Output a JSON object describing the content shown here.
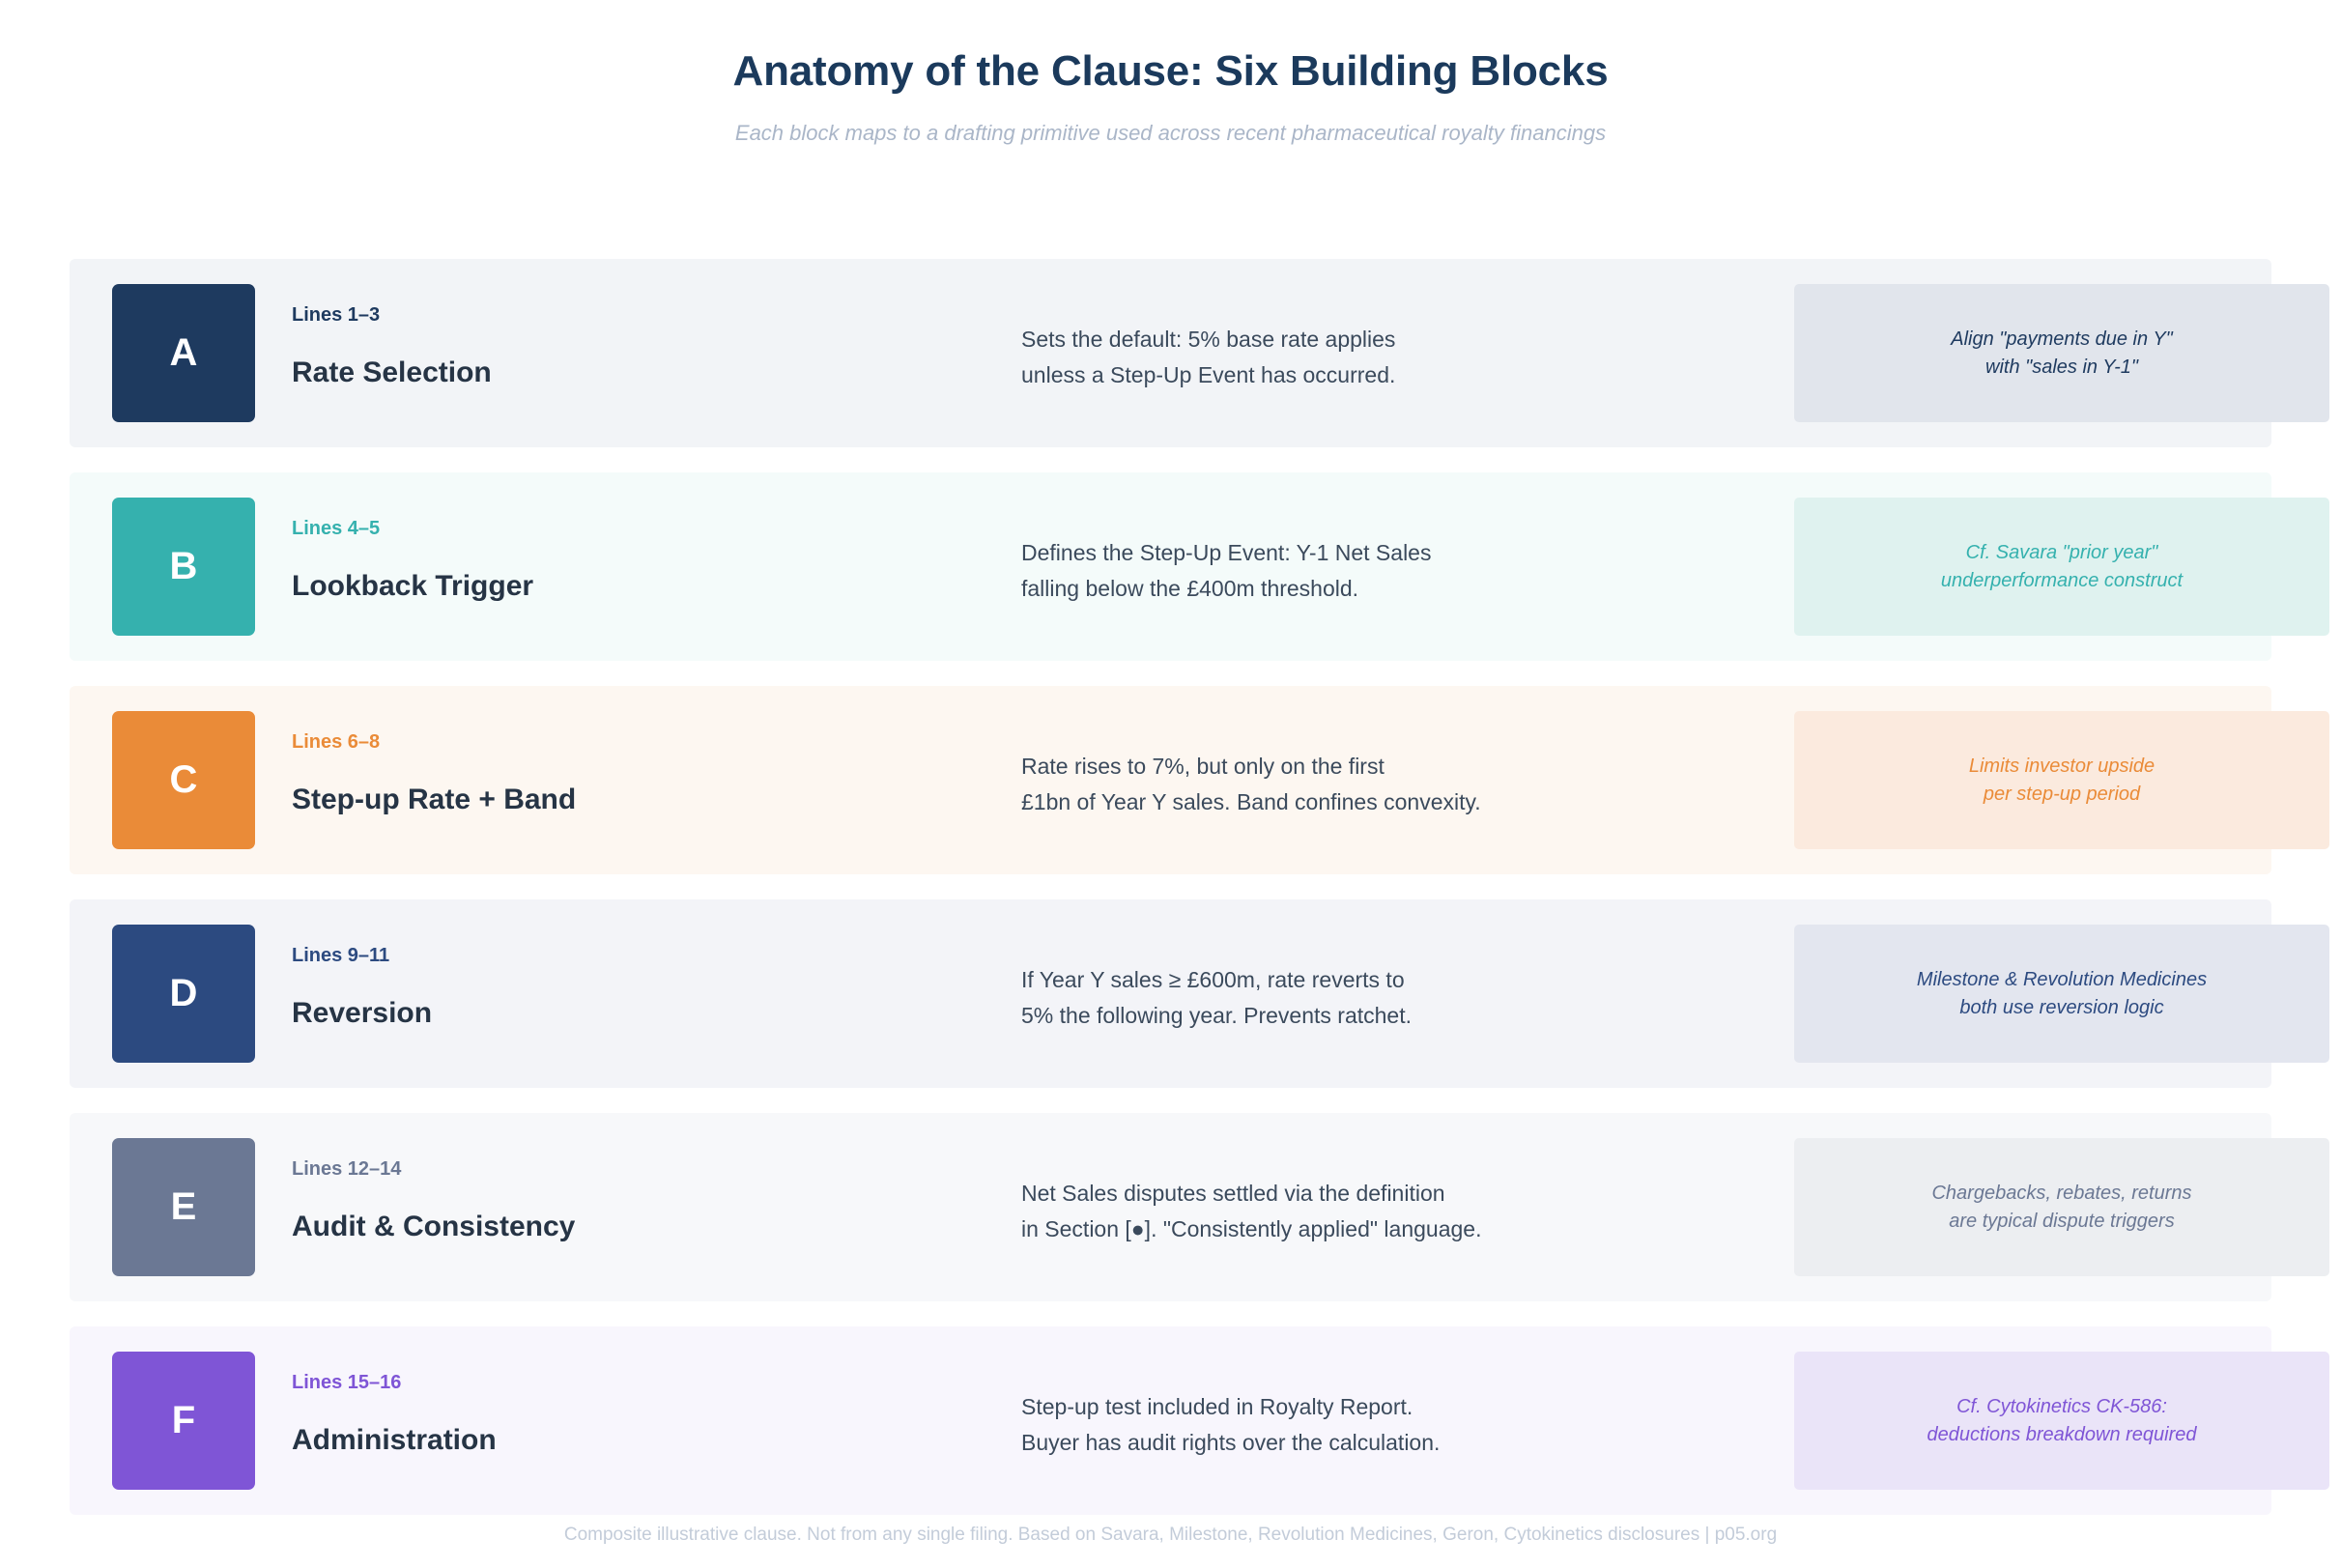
{
  "header": {
    "title": "Anatomy of the Clause: Six Building Blocks",
    "subtitle": "Each block maps to a drafting primitive used across recent pharmaceutical royalty financings"
  },
  "footer": {
    "text": "Composite illustrative clause. Not from any single filing. Based on Savara, Milestone, Revolution Medicines, Geron, Cytokinetics disclosures | p05.org"
  },
  "colors": {
    "title": "#1b3a5c",
    "subtitle": "#aab6c8",
    "body_text": "#3b4a5c",
    "block_name": "#263445",
    "footer": "#c3ccd9",
    "page_bg": "#ffffff"
  },
  "blocks": [
    {
      "letter": "A",
      "lines": "Lines 1–3",
      "name": "Rate Selection",
      "desc_line1": "Sets the default: 5% base rate applies",
      "desc_line2": "unless a Step-Up Event has occurred.",
      "note_line1": "Align \"payments due in Y\"",
      "note_line2": "with \"sales in Y-1\"",
      "tile_color": "#1e3a5f",
      "accent_color": "#1e3a5f",
      "row_bg": "#f2f4f7",
      "note_bg": "#e1e5ec"
    },
    {
      "letter": "B",
      "lines": "Lines 4–5",
      "name": "Lookback Trigger",
      "desc_line1": "Defines the Step-Up Event: Y-1 Net Sales",
      "desc_line2": "falling below the £400m threshold.",
      "note_line1": "Cf. Savara \"prior year\"",
      "note_line2": "underperformance construct",
      "tile_color": "#35b1ae",
      "accent_color": "#35b1ae",
      "row_bg": "#f4fbfa",
      "note_bg": "#dff2ef"
    },
    {
      "letter": "C",
      "lines": "Lines 6–8",
      "name": "Step-up Rate + Band",
      "desc_line1": "Rate rises to 7%, but only on the first",
      "desc_line2": "£1bn of Year Y sales. Band confines convexity.",
      "note_line1": "Limits investor upside",
      "note_line2": "per step-up period",
      "tile_color": "#ea8b38",
      "accent_color": "#ea8b38",
      "row_bg": "#fdf7f1",
      "note_bg": "#fbeade"
    },
    {
      "letter": "D",
      "lines": "Lines 9–11",
      "name": "Reversion",
      "desc_line1": "If Year Y sales ≥ £600m, rate reverts to",
      "desc_line2": "5% the following year. Prevents ratchet.",
      "note_line1": "Milestone & Revolution Medicines",
      "note_line2": "both use reversion logic",
      "tile_color": "#2c4a80",
      "accent_color": "#2c4a80",
      "row_bg": "#f3f4f8",
      "note_bg": "#e3e6ef"
    },
    {
      "letter": "E",
      "lines": "Lines 12–14",
      "name": "Audit & Consistency",
      "desc_line1": "Net Sales disputes settled via the definition",
      "desc_line2": "in Section [●]. \"Consistently applied\" language.",
      "note_line1": "Chargebacks, rebates, returns",
      "note_line2": "are typical dispute triggers",
      "tile_color": "#6b7894",
      "accent_color": "#6b7894",
      "row_bg": "#f7f8fa",
      "note_bg": "#eceef1"
    },
    {
      "letter": "F",
      "lines": "Lines 15–16",
      "name": "Administration",
      "desc_line1": "Step-up test included in Royalty Report.",
      "desc_line2": "Buyer has audit rights over the calculation.",
      "note_line1": "Cf. Cytokinetics CK-586:",
      "note_line2": "deductions breakdown required",
      "tile_color": "#7f55d6",
      "accent_color": "#7f55d6",
      "row_bg": "#f8f6fd",
      "note_bg": "#eae4f8"
    }
  ]
}
